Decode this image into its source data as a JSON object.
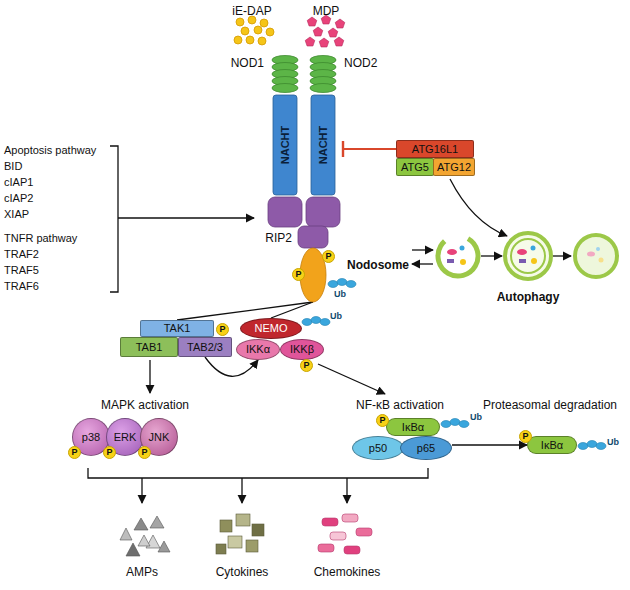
{
  "diagram": {
    "nodes": [
      {
        "text": [
          "NOD1",
          "NACHT"
        ]
      },
      {
        "text": [
          "NOD2",
          "NACHT"
        ]
      },
      {
        "text": [
          "RIP2"
        ]
      },
      {
        "text": [
          "ATG16L1"
        ]
      },
      {
        "text": [
          "ATG5"
        ]
      },
      {
        "text": [
          "ATG12"
        ]
      },
      {
        "text": [
          "TAK1"
        ]
      },
      {
        "text": [
          "TAB1"
        ]
      },
      {
        "text": [
          "TAB2/3"
        ]
      },
      {
        "text": [
          "NEMO"
        ]
      },
      {
        "text": [
          "IKKα"
        ]
      },
      {
        "text": [
          "IKKβ"
        ]
      },
      {
        "text": [
          "p38"
        ]
      },
      {
        "text": [
          "ERK"
        ]
      },
      {
        "text": [
          "JNK"
        ]
      },
      {
        "text": [
          "IκBα"
        ]
      },
      {
        "text": [
          "p50"
        ]
      },
      {
        "text": [
          "p65"
        ]
      },
      {
        "text": [
          "IκBα"
        ]
      }
    ],
    "edges": [
      {
        "from": 3,
        "to": 1,
        "arrow": "none"
      },
      {
        "from": 2,
        "to": 6,
        "arrow": "none"
      },
      {
        "from": 2,
        "to": 9,
        "arrow": "none"
      },
      {
        "from": 8,
        "to": 10,
        "arrow": "to"
      },
      {
        "from": 17,
        "to": 18,
        "arrow": "to"
      }
    ],
    "labels": [
      "iE-DAP",
      "MDP",
      "Apoptosis pathway",
      "BID",
      "cIAP1",
      "cIAP2",
      "XIAP",
      "TNFR pathway",
      "TRAF2",
      "TRAF5",
      "TRAF6",
      "Nodosome",
      "Autophagy",
      "P",
      "P",
      "Ub",
      "P",
      "Ub",
      "P",
      "MAPK activation",
      "NF-κB activation",
      "Proteasomal degradation",
      "P",
      "P",
      "P",
      "P",
      "Ub",
      "P",
      "Ub",
      "AMPs",
      "Cytokines",
      "Chemokines"
    ]
  }
}
